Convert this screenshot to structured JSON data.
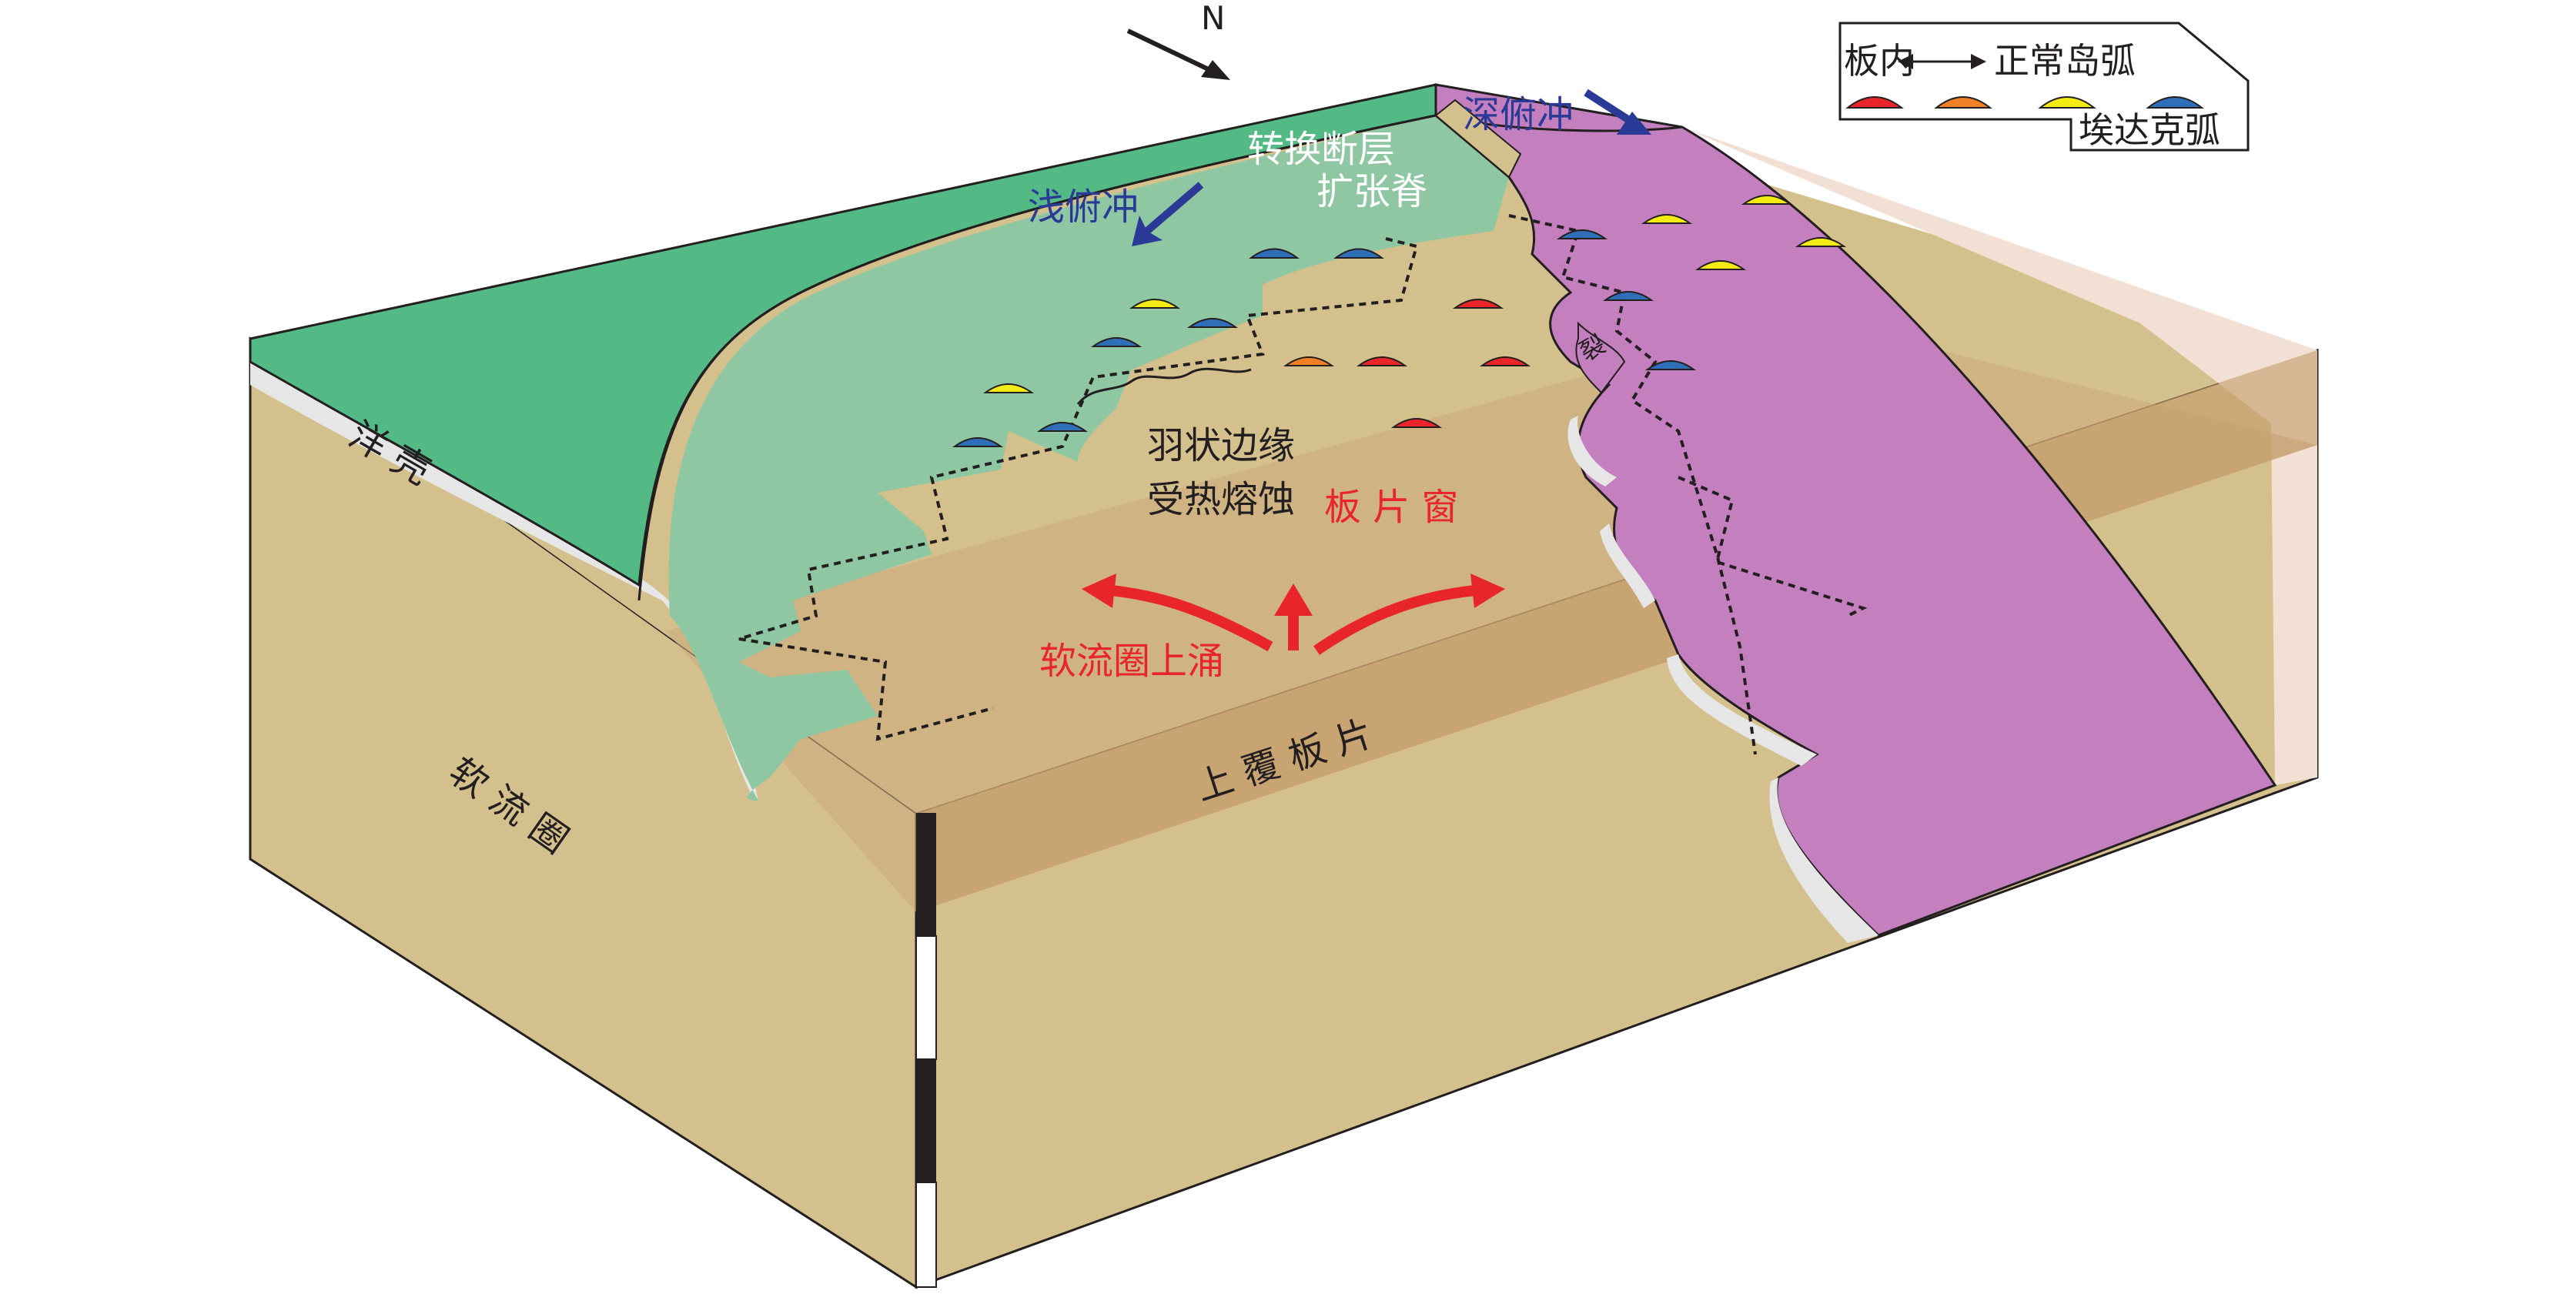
{
  "north": "N",
  "legend": {
    "left": "板内",
    "right": "正常岛弧",
    "bottom": "埃达克弧",
    "colors": [
      "#e8262a",
      "#f07f25",
      "#f5eb14",
      "#2f6fb7"
    ]
  },
  "labels": {
    "transform_fault": "转换断层",
    "deep_subduction": "深俯冲",
    "shallow_subduction": "浅俯冲",
    "spreading_ridge": "扩张脊",
    "oceanic_crust": "洋 壳",
    "plume_margin_1": "羽状边缘",
    "plume_margin_2": "受热熔蚀",
    "slab_window": "板 片 窗",
    "asthenosphere_upwelling": "软流圈上涌",
    "overriding_plate": "上 覆 板 片",
    "asthenosphere": "软 流 圈",
    "crack": "裂"
  },
  "colors": {
    "green_plate": "#53b985",
    "green_slab": "#8fc7a3",
    "purple_plate": "#c47fbe",
    "asthenosphere": "#d4c08c",
    "overriding": "#cba77b",
    "peach": "#f3e0d4",
    "arrow_blue": "#2b3a97",
    "arrow_red": "#e8262a"
  }
}
